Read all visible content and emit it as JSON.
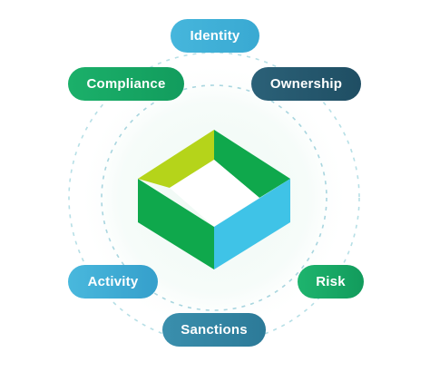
{
  "diagram": {
    "nodes": [
      {
        "id": "identity",
        "label": "Identity",
        "color": "#40B1D9"
      },
      {
        "id": "compliance",
        "label": "Compliance",
        "color": "#16A765"
      },
      {
        "id": "ownership",
        "label": "Ownership",
        "color": "#24566B"
      },
      {
        "id": "activity",
        "label": "Activity",
        "color": "#40ADD6"
      },
      {
        "id": "risk",
        "label": "Risk",
        "color": "#19A865"
      },
      {
        "id": "sanctions",
        "label": "Sanctions",
        "color": "#32849F"
      }
    ],
    "center_logo": {
      "icon": "open-box-logo-icon",
      "colors": {
        "light_green": "#B5D41A",
        "green": "#0FA84C",
        "blue": "#3FC3E7"
      }
    },
    "ring_color": "#A9D6DF"
  }
}
